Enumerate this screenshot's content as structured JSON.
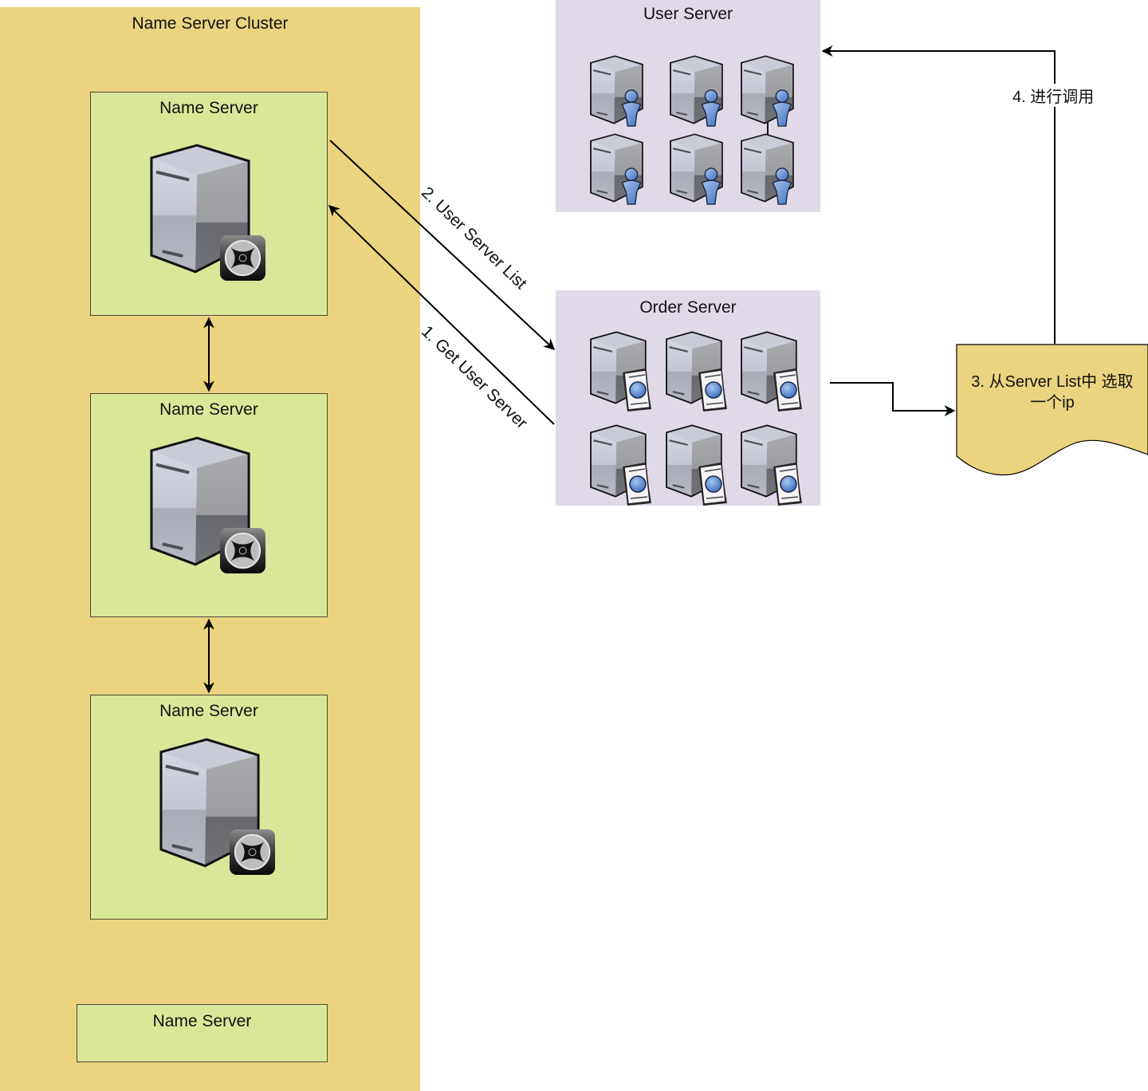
{
  "diagram": {
    "cluster": {
      "title": "Name Server Cluster",
      "color": "#ecd37f"
    },
    "name_servers": [
      {
        "title": "Name Server",
        "has_icon": true
      },
      {
        "title": "Name Server",
        "has_icon": true
      },
      {
        "title": "Name Server",
        "has_icon": true
      },
      {
        "title": "Name Server",
        "has_icon": false
      }
    ],
    "name_server_color": "#d9e799",
    "user_server": {
      "title": "User Server",
      "color": "#e0d9e8",
      "server_count": 6,
      "badge": "user-icon"
    },
    "order_server": {
      "title": "Order Server",
      "color": "#e0d9e8",
      "server_count": 6,
      "badge": "web-document-icon"
    },
    "document": {
      "line1": "3. 从Server List中 选取",
      "line2": "一个ip",
      "color": "#ecd37f"
    },
    "edges": [
      {
        "label": "1. Get User Server",
        "from": "Order Server",
        "to": "Name Server"
      },
      {
        "label": "2. User Server List",
        "from": "Name Server",
        "to": "Order Server"
      },
      {
        "label": "",
        "from": "Order Server",
        "to": "document"
      },
      {
        "label": "4. 进行调用",
        "from": "document",
        "to": "User Server"
      }
    ]
  }
}
